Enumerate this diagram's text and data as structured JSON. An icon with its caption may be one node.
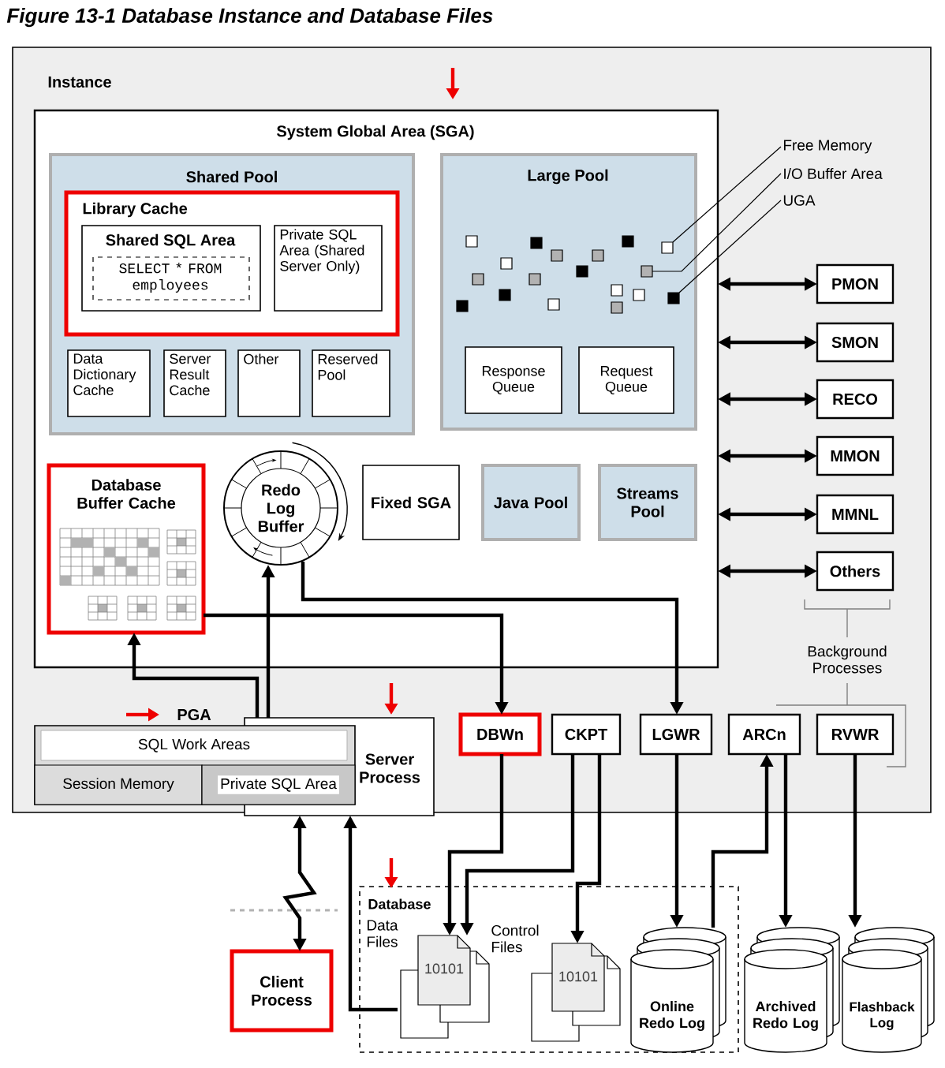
{
  "diagram": {
    "title": "Figure 13-1 Database Instance and Database Files",
    "nodes": [
      {
        "text": [
          "Instance"
        ]
      },
      {
        "text": [
          "System Global Area (SGA)"
        ],
        "in": 0
      },
      {
        "text": [
          "Shared Pool"
        ],
        "in": 1
      },
      {
        "text": [
          "Library Cache"
        ],
        "in": 2
      },
      {
        "text": [
          "Shared SQL Area",
          "SELECT * FROM employees"
        ],
        "in": 3
      },
      {
        "text": [
          "Private SQL Area (Shared Server Only)"
        ],
        "in": 3
      },
      {
        "text": [
          "Data Dictionary Cache"
        ],
        "in": 2
      },
      {
        "text": [
          "Server Result Cache"
        ],
        "in": 2
      },
      {
        "text": [
          "Other"
        ],
        "in": 2
      },
      {
        "text": [
          "Reserved Pool"
        ],
        "in": 2
      },
      {
        "text": [
          "Large Pool"
        ],
        "in": 1
      },
      {
        "text": [
          "Response Queue"
        ],
        "in": 10
      },
      {
        "text": [
          "Request Queue"
        ],
        "in": 10
      },
      {
        "text": [
          "Database Buffer Cache"
        ],
        "in": 1
      },
      {
        "text": [
          "Redo Log Buffer"
        ],
        "in": 1
      },
      {
        "text": [
          "Fixed SGA"
        ],
        "in": 1
      },
      {
        "text": [
          "Java Pool"
        ],
        "in": 1
      },
      {
        "text": [
          "Streams Pool"
        ],
        "in": 1
      },
      {
        "text": [
          "PMON"
        ],
        "in": 0
      },
      {
        "text": [
          "SMON"
        ],
        "in": 0
      },
      {
        "text": [
          "RECO"
        ],
        "in": 0
      },
      {
        "text": [
          "MMON"
        ],
        "in": 0
      },
      {
        "text": [
          "MMNL"
        ],
        "in": 0
      },
      {
        "text": [
          "Others"
        ],
        "in": 0
      },
      {
        "text": [
          "PGA"
        ],
        "in": 0
      },
      {
        "text": [
          "SQL Work Areas"
        ],
        "in": 24
      },
      {
        "text": [
          "Session Memory"
        ],
        "in": 24
      },
      {
        "text": [
          "Private SQL Area"
        ],
        "in": 24
      },
      {
        "text": [
          "Server Process"
        ],
        "in": 0
      },
      {
        "text": [
          "DBWn"
        ],
        "in": 0
      },
      {
        "text": [
          "CKPT"
        ],
        "in": 0
      },
      {
        "text": [
          "LGWR"
        ],
        "in": 0
      },
      {
        "text": [
          "ARCn"
        ],
        "in": 0
      },
      {
        "text": [
          "RVWR"
        ],
        "in": 0
      },
      {
        "text": [
          "Client Process"
        ]
      },
      {
        "text": [
          "Database"
        ]
      },
      {
        "text": [
          "Data Files",
          "10101"
        ],
        "in": 35
      },
      {
        "text": [
          "Control Files",
          "10101"
        ],
        "in": 35
      },
      {
        "text": [
          "Online Redo Log"
        ],
        "in": 35
      },
      {
        "text": [
          "Archived Redo Log"
        ]
      },
      {
        "text": [
          "Flashback Log"
        ]
      },
      {
        "text": [
          "Free Memory"
        ],
        "in": 0
      },
      {
        "text": [
          "I/O Buffer Area"
        ],
        "in": 0
      },
      {
        "text": [
          "UGA"
        ],
        "in": 0
      },
      {
        "text": [],
        "shape": "box",
        "in": 10
      },
      {
        "text": [],
        "shape": "box",
        "in": 10
      },
      {
        "text": [],
        "shape": "box",
        "in": 10
      }
    ],
    "edges": [
      {
        "from": 1,
        "to": 18,
        "arrow": "both"
      },
      {
        "from": 1,
        "to": 19,
        "arrow": "both"
      },
      {
        "from": 1,
        "to": 20,
        "arrow": "both"
      },
      {
        "from": 1,
        "to": 21,
        "arrow": "both"
      },
      {
        "from": 1,
        "to": 22,
        "arrow": "both"
      },
      {
        "from": 1,
        "to": 23,
        "arrow": "both"
      },
      {
        "from": 28,
        "to": 13,
        "arrow": "to"
      },
      {
        "from": 28,
        "to": 14,
        "arrow": "to"
      },
      {
        "from": 13,
        "to": 29,
        "arrow": "to"
      },
      {
        "from": 14,
        "to": 31,
        "arrow": "to"
      },
      {
        "from": 34,
        "to": 28,
        "arrow": "both"
      },
      {
        "from": 36,
        "to": 28,
        "arrow": "to"
      },
      {
        "from": 29,
        "to": 36,
        "arrow": "to"
      },
      {
        "from": 30,
        "to": 36,
        "arrow": "to"
      },
      {
        "from": 30,
        "to": 37,
        "arrow": "to"
      },
      {
        "from": 31,
        "to": 38,
        "arrow": "to"
      },
      {
        "from": 38,
        "to": 32,
        "arrow": "to"
      },
      {
        "from": 32,
        "to": 39,
        "arrow": "to"
      },
      {
        "from": 33,
        "to": 40,
        "arrow": "to"
      },
      {
        "from": 41,
        "to": 44,
        "arrow": "none"
      },
      {
        "from": 42,
        "to": 45,
        "arrow": "none"
      },
      {
        "from": 43,
        "to": 46,
        "arrow": "none"
      }
    ],
    "labels": [
      "Background Processes"
    ]
  }
}
